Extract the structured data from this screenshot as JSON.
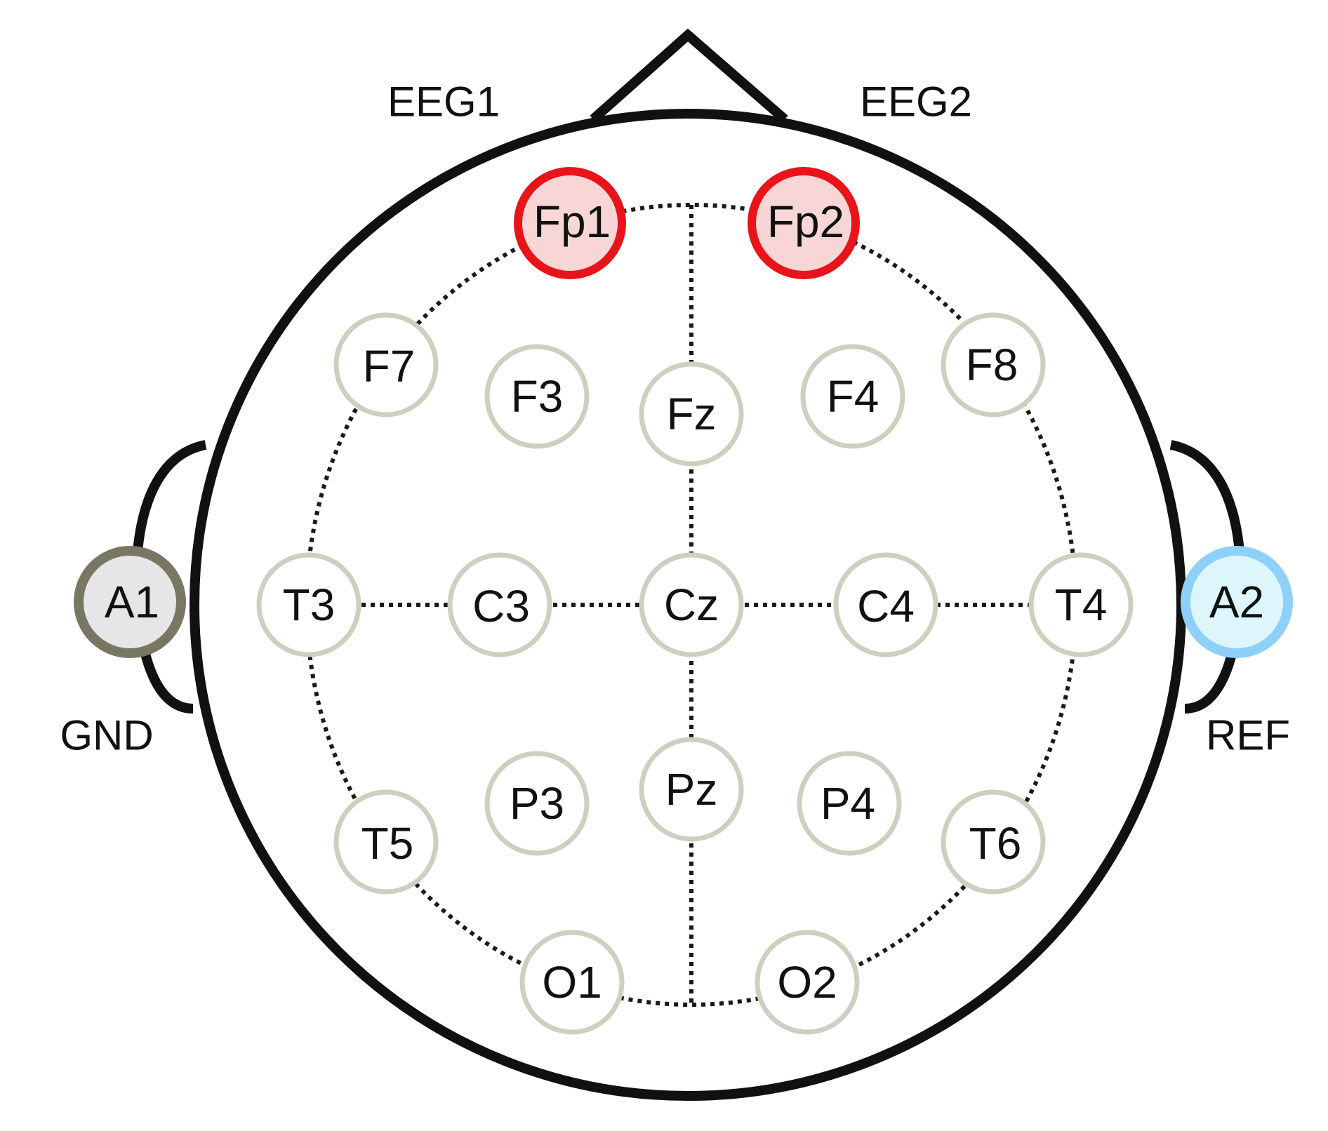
{
  "labels": {
    "eeg1": "EEG1",
    "eeg2": "EEG2",
    "gnd": "GND",
    "ref": "REF"
  },
  "electrodes": {
    "Fp1": "Fp1",
    "Fp2": "Fp2",
    "F7": "F7",
    "F3": "F3",
    "Fz": "Fz",
    "F4": "F4",
    "F8": "F8",
    "A1": "A1",
    "T3": "T3",
    "C3": "C3",
    "Cz": "Cz",
    "C4": "C4",
    "T4": "T4",
    "A2": "A2",
    "T5": "T5",
    "P3": "P3",
    "Pz": "Pz",
    "P4": "P4",
    "T6": "T6",
    "O1": "O1",
    "O2": "O2"
  },
  "colors": {
    "active_stroke": "#e8141a",
    "active_fill": "#f8d6d6",
    "ground_stroke": "#777764",
    "ground_fill": "#e6e6e6",
    "reference_stroke": "#8fd0f8",
    "reference_fill": "#dcf6fc",
    "inactive_stroke": "#cfcfbf",
    "inactive_fill": "#ffffff"
  }
}
